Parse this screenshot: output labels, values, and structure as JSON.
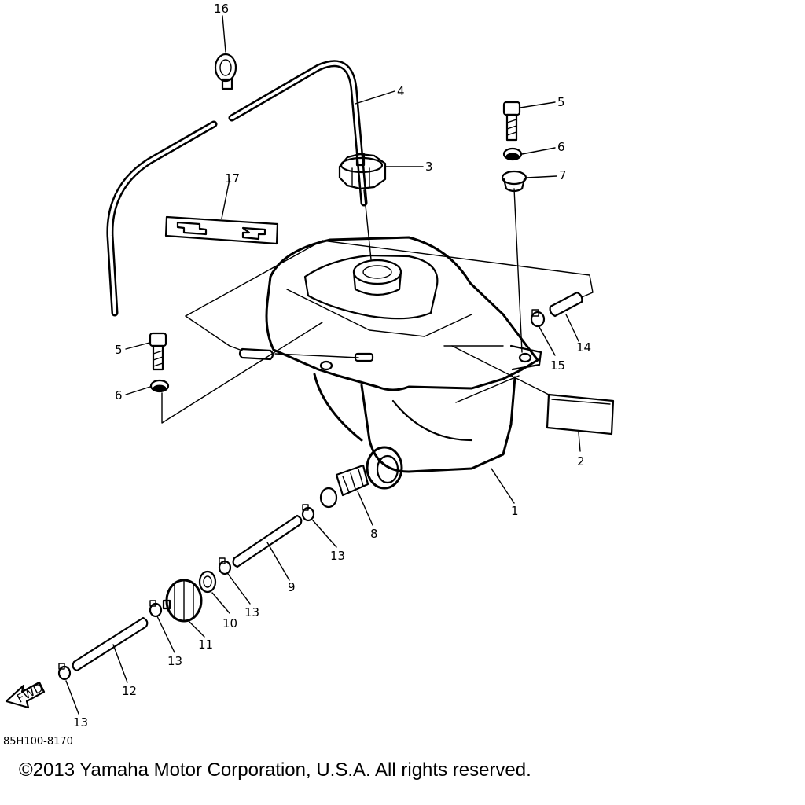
{
  "callouts": {
    "c1": "1",
    "c2": "2",
    "c3": "3",
    "c4": "4",
    "c5a": "5",
    "c5b": "5",
    "c6a": "6",
    "c6b": "6",
    "c7": "7",
    "c8": "8",
    "c9": "9",
    "c10": "10",
    "c11": "11",
    "c12": "12",
    "c13a": "13",
    "c13b": "13",
    "c13c": "13",
    "c13d": "13",
    "c14": "14",
    "c15": "15",
    "c16": "16",
    "c17": "17"
  },
  "fwd_label": "FWD",
  "drawing_code": "85H100-8170",
  "copyright": "©2013 Yamaha Motor Corporation, U.S.A. All rights reserved."
}
